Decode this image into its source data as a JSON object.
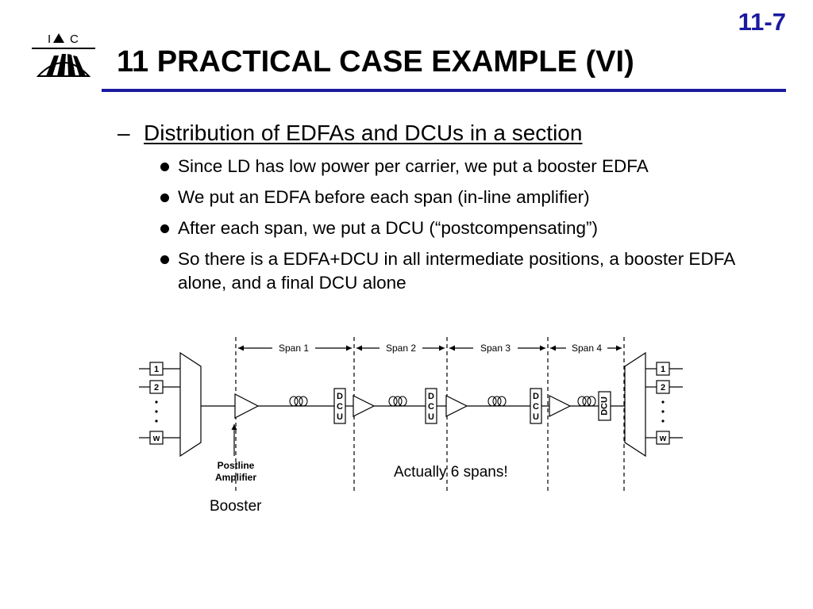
{
  "page_number": "11-7",
  "logo": {
    "letters": [
      "I",
      "C"
    ]
  },
  "title": "11 PRACTICAL CASE EXAMPLE (VI)",
  "subheading": {
    "dash": "–",
    "text": "Distribution of EDFAs and DCUs in a section"
  },
  "bullets": [
    "Since LD has low power per carrier, we put a booster EDFA",
    "We put an EDFA before each span (in-line amplifier)",
    "After each span, we put a DCU (“postcompensating”)",
    "So there is a EDFA+DCU in all intermediate positions, a booster EDFA alone, and a final DCU alone"
  ],
  "diagram": {
    "spans": [
      "Span 1",
      "Span 2",
      "Span 3",
      "Span 4"
    ],
    "channels_left": [
      "1",
      "2",
      "w"
    ],
    "channels_right": [
      "1",
      "2",
      "w"
    ],
    "dcu_label": "DCU",
    "dcu_letters": [
      "D",
      "C",
      "U"
    ],
    "postline_label": [
      "Postline",
      "Amplifier"
    ]
  },
  "annotations": {
    "actually": "Actually 6 spans!",
    "booster": "Booster"
  },
  "colors": {
    "accent": "#1a1aa0",
    "text": "#000000"
  }
}
